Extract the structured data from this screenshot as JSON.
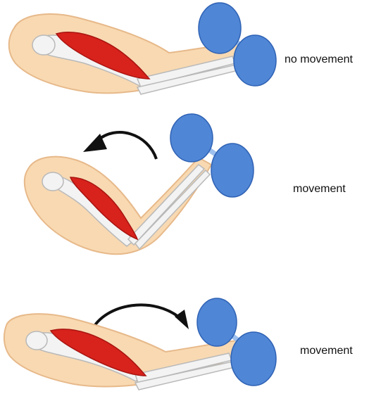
{
  "panels": [
    {
      "label": "no movement"
    },
    {
      "label": "movement"
    },
    {
      "label": "movement"
    }
  ],
  "colors": {
    "skin": "#f8d9b2",
    "skin_edge": "#e7b98a",
    "bone": "#f3f3f3",
    "bone_edge": "#b9b9b9",
    "muscle": "#d8221c",
    "muscle_dark": "#a81410",
    "dumbbell": "#4f86d6",
    "dumbbell_edge": "#2f62b4",
    "arrow": "#111111"
  },
  "icons": [
    "arm-icon",
    "dumbbell-icon",
    "curved-arrow-icon"
  ]
}
